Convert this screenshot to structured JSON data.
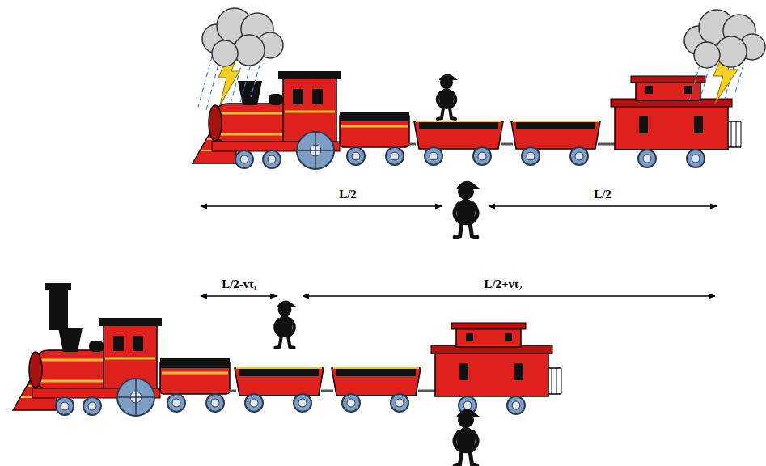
{
  "diagram": {
    "labels": [
      "L/2",
      "L/2",
      "L/2-vt₁",
      "L/2+vt₂"
    ]
  }
}
